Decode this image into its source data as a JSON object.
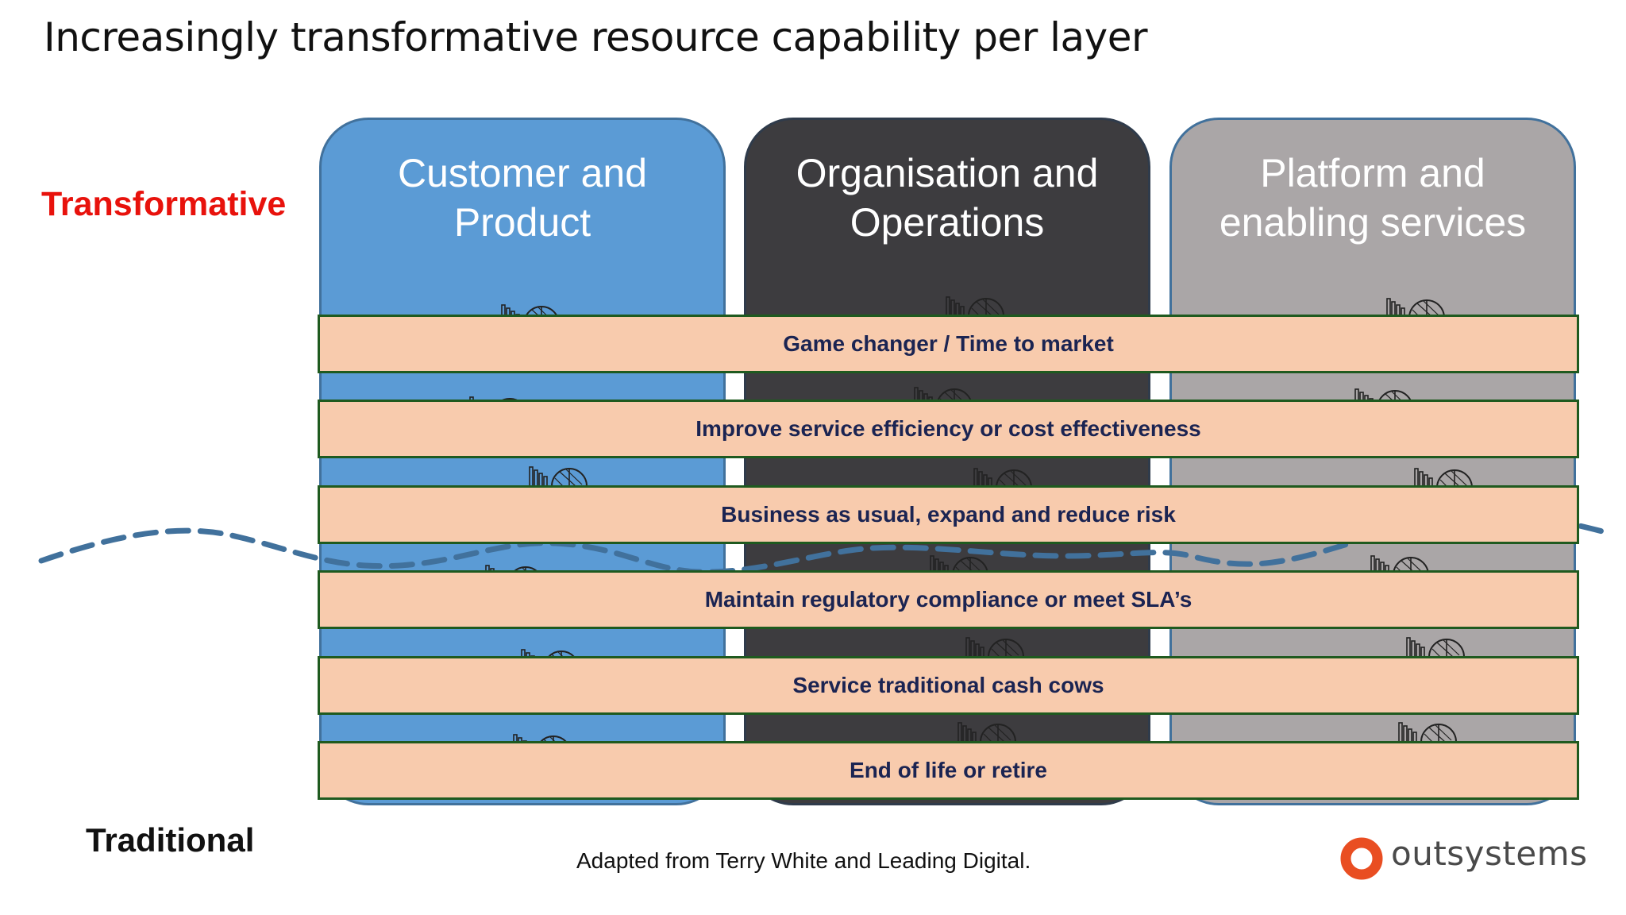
{
  "title": "Increasingly transformative resource capability per layer",
  "axis": {
    "top_label": "Transformative",
    "bottom_label": "Traditional"
  },
  "columns": [
    {
      "title_line1": "Customer and",
      "title_line2": "Product"
    },
    {
      "title_line1": "Organisation and",
      "title_line2": "Operations"
    },
    {
      "title_line1": "Platform and",
      "title_line2": "enabling services"
    }
  ],
  "bands": [
    "Game changer / Time to market",
    "Improve service efficiency or cost effectiveness",
    "Business as usual, expand and reduce risk",
    "Maintain regulatory compliance or meet SLA’s",
    "Service traditional cash cows",
    "End of life or retire"
  ],
  "source_note": "Adapted from Terry White and Leading Digital.",
  "logo": {
    "text": "outsystems",
    "color": "#e94e22"
  },
  "colors": {
    "customer": "#5b9bd5",
    "organisation": "#3d3c3f",
    "platform": "#aaa6a7",
    "band_fill": "#f8cbad",
    "band_border": "#1f5a1f",
    "band_text": "#1b2452",
    "transformative_label": "#e8120c",
    "wave": "#41719c"
  }
}
